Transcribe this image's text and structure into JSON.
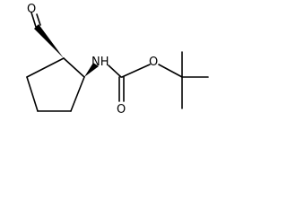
{
  "molecule": {
    "atom_labels": {
      "aldehyde_oxygen": "O",
      "nh": "NH",
      "ester_oxygen": "O",
      "carbonyl_oxygen": "O"
    },
    "colors": {
      "bond": "#000000",
      "background": "#ffffff"
    }
  }
}
